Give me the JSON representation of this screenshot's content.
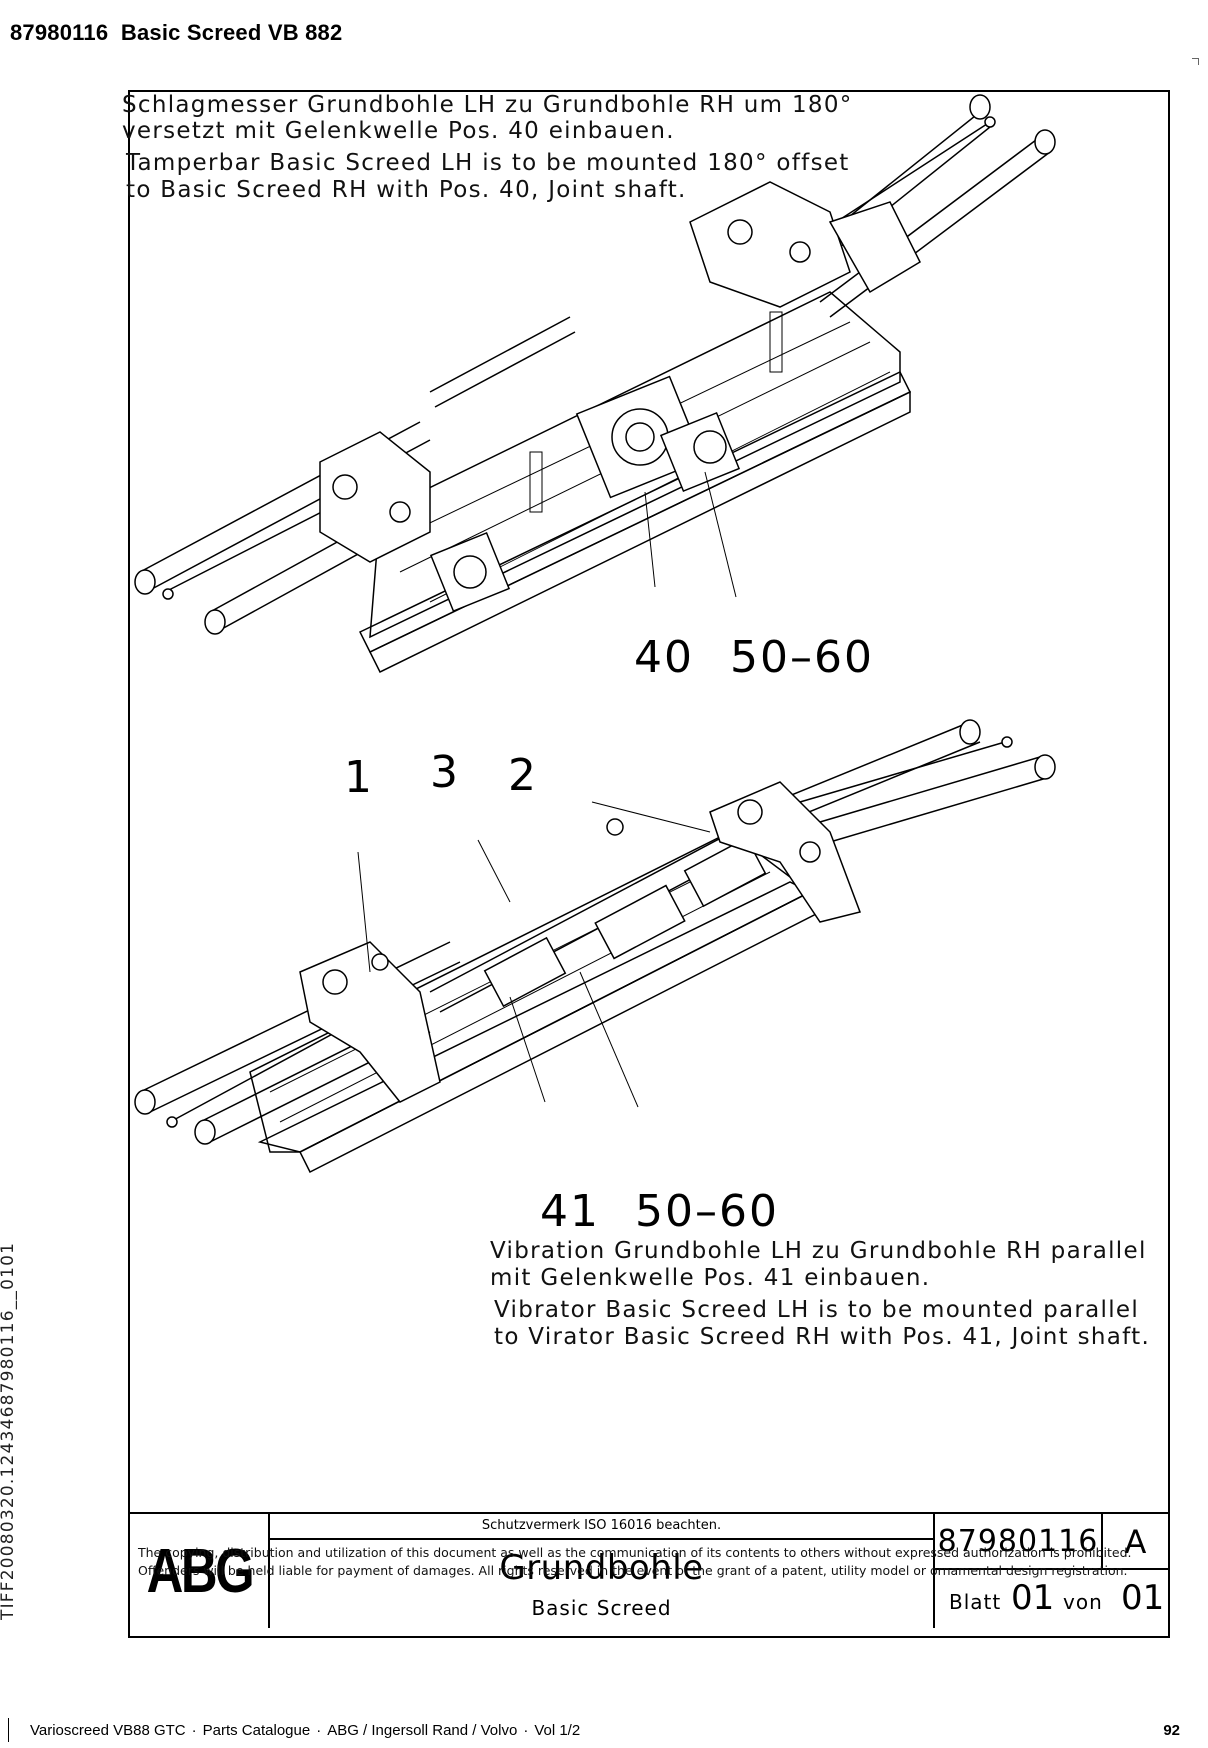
{
  "header": {
    "doc_id": "87980116",
    "doc_title": "Basic Screed VB 882"
  },
  "notes": {
    "top_de_line1": "Schlagmesser Grundbohle LH zu Grundbohle RH um 180°",
    "top_de_line2": "versetzt mit Gelenkwelle Pos. 40 einbauen.",
    "top_en_line1": "Tamperbar Basic Screed LH is to be mounted 180° offset",
    "top_en_line2": "to Basic Screed RH with Pos. 40, Joint shaft.",
    "bottom_de_line1": "Vibration Grundbohle LH zu Grundbohle RH parallel",
    "bottom_de_line2": "mit Gelenkwelle Pos. 41 einbauen.",
    "bottom_en_line1": "Vibrator Basic Screed LH is to be mounted parallel",
    "bottom_en_line2": "to Virator Basic Screed RH with Pos. 41, Joint shaft."
  },
  "callouts": {
    "top_a": "40",
    "top_b": "50–60",
    "mid_1": "1",
    "mid_3": "3",
    "mid_2": "2",
    "bottom_a": "41",
    "bottom_b": "50–60"
  },
  "title_block": {
    "logo": "ABG",
    "protection_note": "Schutzvermerk ISO 16016 beachten.",
    "title": "Grundbohle",
    "subtitle": "Basic Screed",
    "drawing_number": "87980116",
    "revision": "A",
    "sheet_label": "Blatt",
    "sheet_value": "01",
    "of_label": "von",
    "of_value": "01"
  },
  "copyright": "The copying, distribution and utilization of this document as well as the communication of its contents to others without expressed authorization is prohibited. Offenders will be held liable for payment of damages. All rights reserved in the event of the grant of a patent, utility model or ornamental design registration.",
  "side_id": "TIFF20080320.12434687980116__0101",
  "footer": {
    "product": "Varioscreed VB88 GTC",
    "section": "Parts Catalogue",
    "maker": "ABG / Ingersoll Rand / Volvo",
    "volume": "Vol 1/2",
    "page": "92"
  }
}
